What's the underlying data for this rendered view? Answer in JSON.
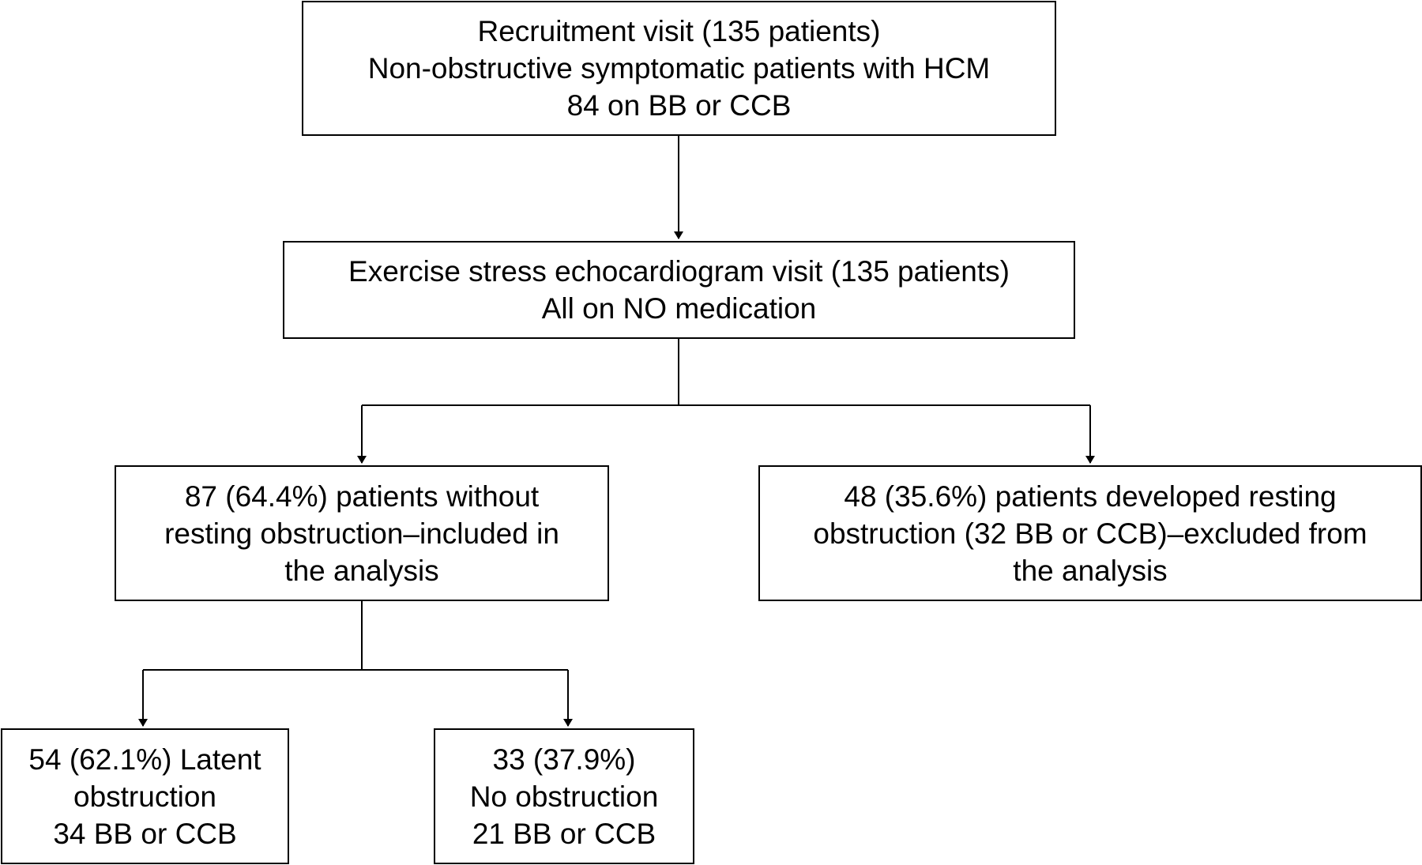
{
  "flowchart": {
    "recruitment": {
      "line1": "Recruitment visit (135 patients)",
      "line2": "Non-obstructive symptomatic patients with HCM",
      "line3": "84 on BB or CCB"
    },
    "exercise": {
      "line1": "Exercise stress echocardiogram visit (135 patients)",
      "line2": "All on NO medication"
    },
    "without_obstruction": {
      "line1": "87 (64.4%) patients without",
      "line2": "resting obstruction–included in",
      "line3": "the analysis"
    },
    "developed_obstruction": {
      "line1": "48 (35.6%) patients developed resting",
      "line2": "obstruction (32 BB or CCB)–excluded from",
      "line3": "the analysis"
    },
    "latent": {
      "line1": "54 (62.1%) Latent",
      "line2": "obstruction",
      "line3": "34 BB or CCB"
    },
    "no_obstruction": {
      "line1": "33 (37.9%)",
      "line2": "No obstruction",
      "line3": "21 BB or CCB"
    }
  }
}
